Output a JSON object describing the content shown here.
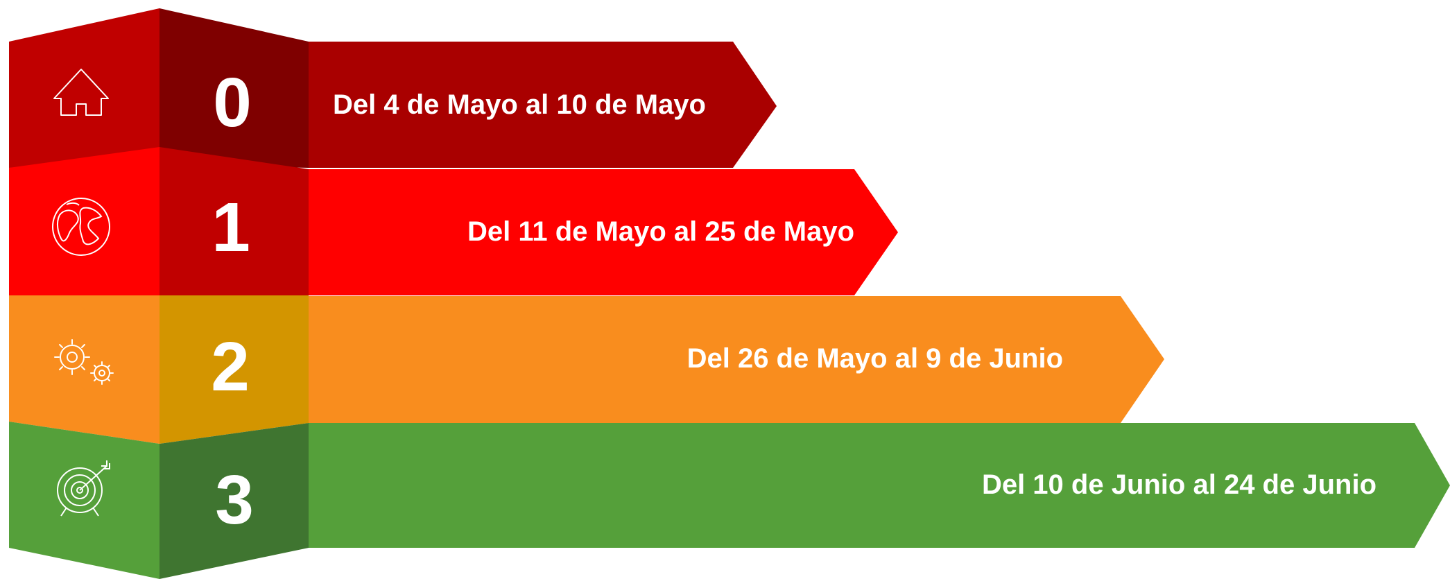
{
  "phases": [
    {
      "number": "0",
      "label": "Del 4 de Mayo al 10 de Mayo",
      "icon": "house-icon",
      "colors": {
        "face": "#c00000",
        "side": "#7f0000",
        "arrow": "#a90000"
      }
    },
    {
      "number": "1",
      "label": "Del 11 de Mayo al 25 de Mayo",
      "icon": "globe-icon",
      "colors": {
        "face": "#ff0000",
        "side": "#c00000",
        "arrow": "#ff0000"
      }
    },
    {
      "number": "2",
      "label": "Del 26 de Mayo al 9 de Junio",
      "icon": "gears-icon",
      "colors": {
        "face": "#f98d1e",
        "side": "#d39500",
        "arrow": "#f98d1e"
      }
    },
    {
      "number": "3",
      "label": "Del 10 de Junio al 24 de Junio",
      "icon": "target-icon",
      "colors": {
        "face": "#55a03a",
        "side": "#3f7530",
        "arrow": "#55a03a"
      }
    }
  ]
}
